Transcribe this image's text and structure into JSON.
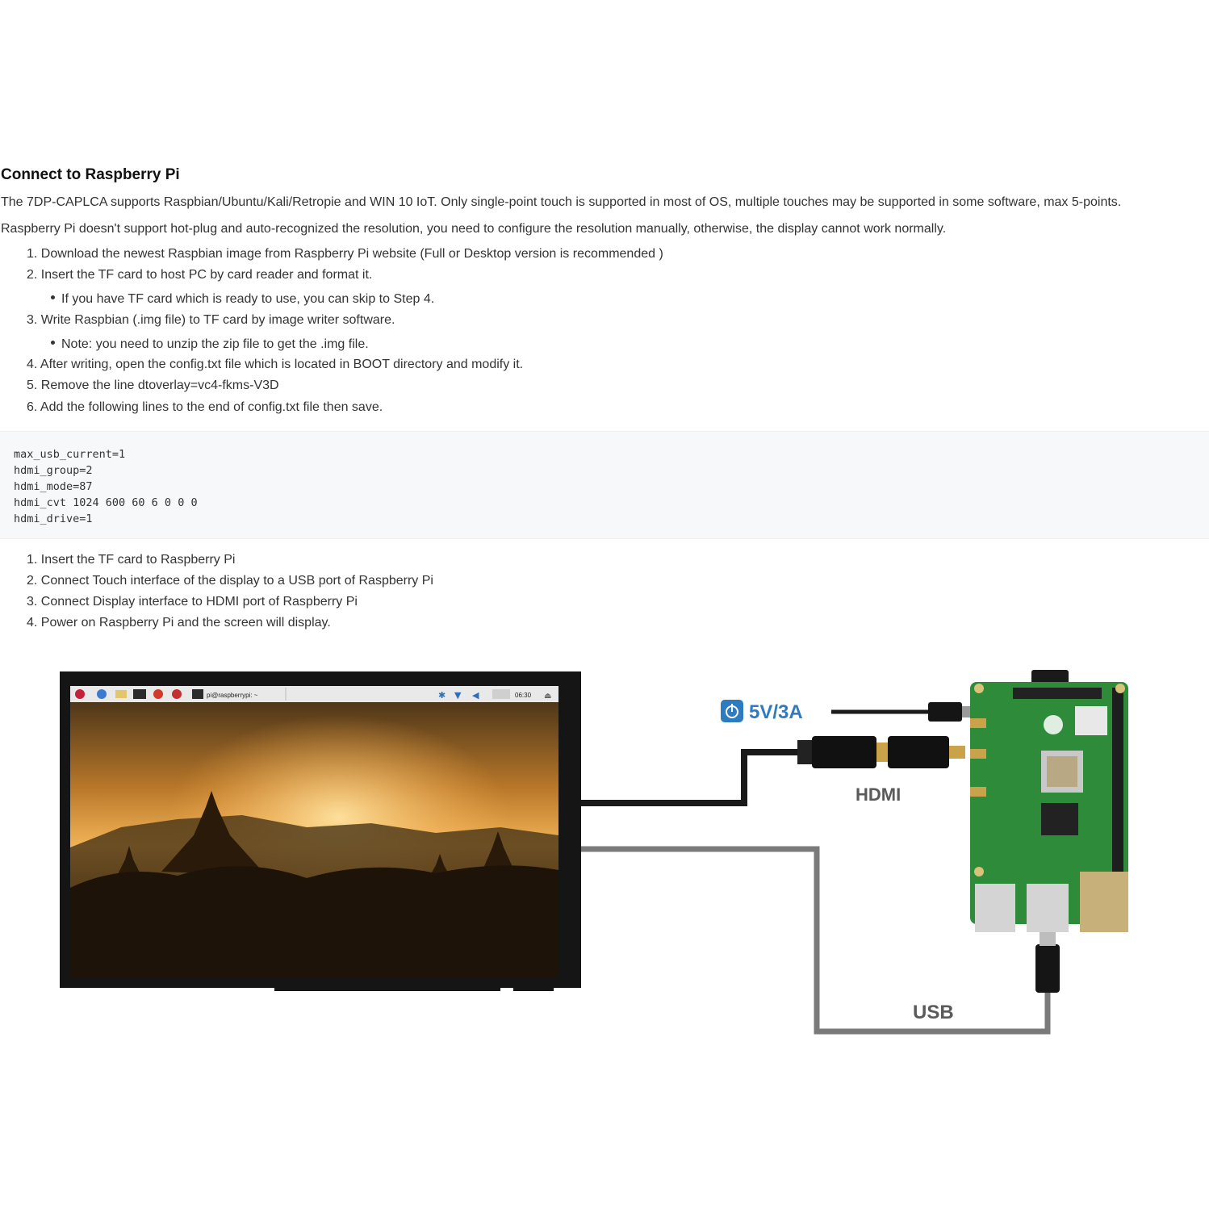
{
  "heading": "Connect to Raspberry Pi",
  "intro": {
    "p1": "The 7DP-CAPLCA supports Raspbian/Ubuntu/Kali/Retropie and WIN 10 IoT. Only single-point touch is supported in most of OS, multiple touches may be supported in some software, max 5-points.",
    "p2": "Raspberry Pi doesn't support hot-plug and auto-recognized the resolution, you need to configure the resolution manually, otherwise, the display cannot work normally."
  },
  "steps1": {
    "s1": "1. Download the newest Raspbian image from Raspberry Pi website  (Full or Desktop version is recommended )",
    "s2": "2. Insert the TF card to host PC by card reader and format it.",
    "s2_note": "If you have TF card which is ready to use, you can skip to Step 4.",
    "s3": "3. Write Raspbian (.img file) to TF card by image writer software.",
    "s3_note": "Note: you need to unzip the zip file to get the .img file.",
    "s4": "4. After writing, open the config.txt file which is located in BOOT directory and modify it.",
    "s5": "5. Remove the line dtoverlay=vc4-fkms-V3D",
    "s6": "6. Add the following lines to the end of config.txt file then save."
  },
  "code": {
    "l1": "max_usb_current=1",
    "l2": "hdmi_group=2",
    "l3": "hdmi_mode=87",
    "l4": "hdmi_cvt 1024 600 60 6 0 0 0",
    "l5": "hdmi_drive=1"
  },
  "steps2": {
    "s1": "1. Insert the TF card to Raspberry Pi",
    "s2": "2. Connect Touch interface of the display to a USB port of Raspberry Pi",
    "s3": "3. Connect Display interface to HDMI port of Raspberry Pi",
    "s4": "4. Power on Raspberry Pi and the screen will display."
  },
  "diagram": {
    "power_label": "5V/3A",
    "hdmi_label": "HDMI",
    "usb_label": "USB",
    "taskbar_time": "06:30",
    "taskbar_terminal": "pi@raspberrypi: ~",
    "colors": {
      "power_blue": "#2f7bbf",
      "label_gray": "#5a5a5a",
      "board_green": "#2e8b3a",
      "cable_black": "#1a1a1a",
      "cable_gray": "#7a7a7a"
    }
  }
}
